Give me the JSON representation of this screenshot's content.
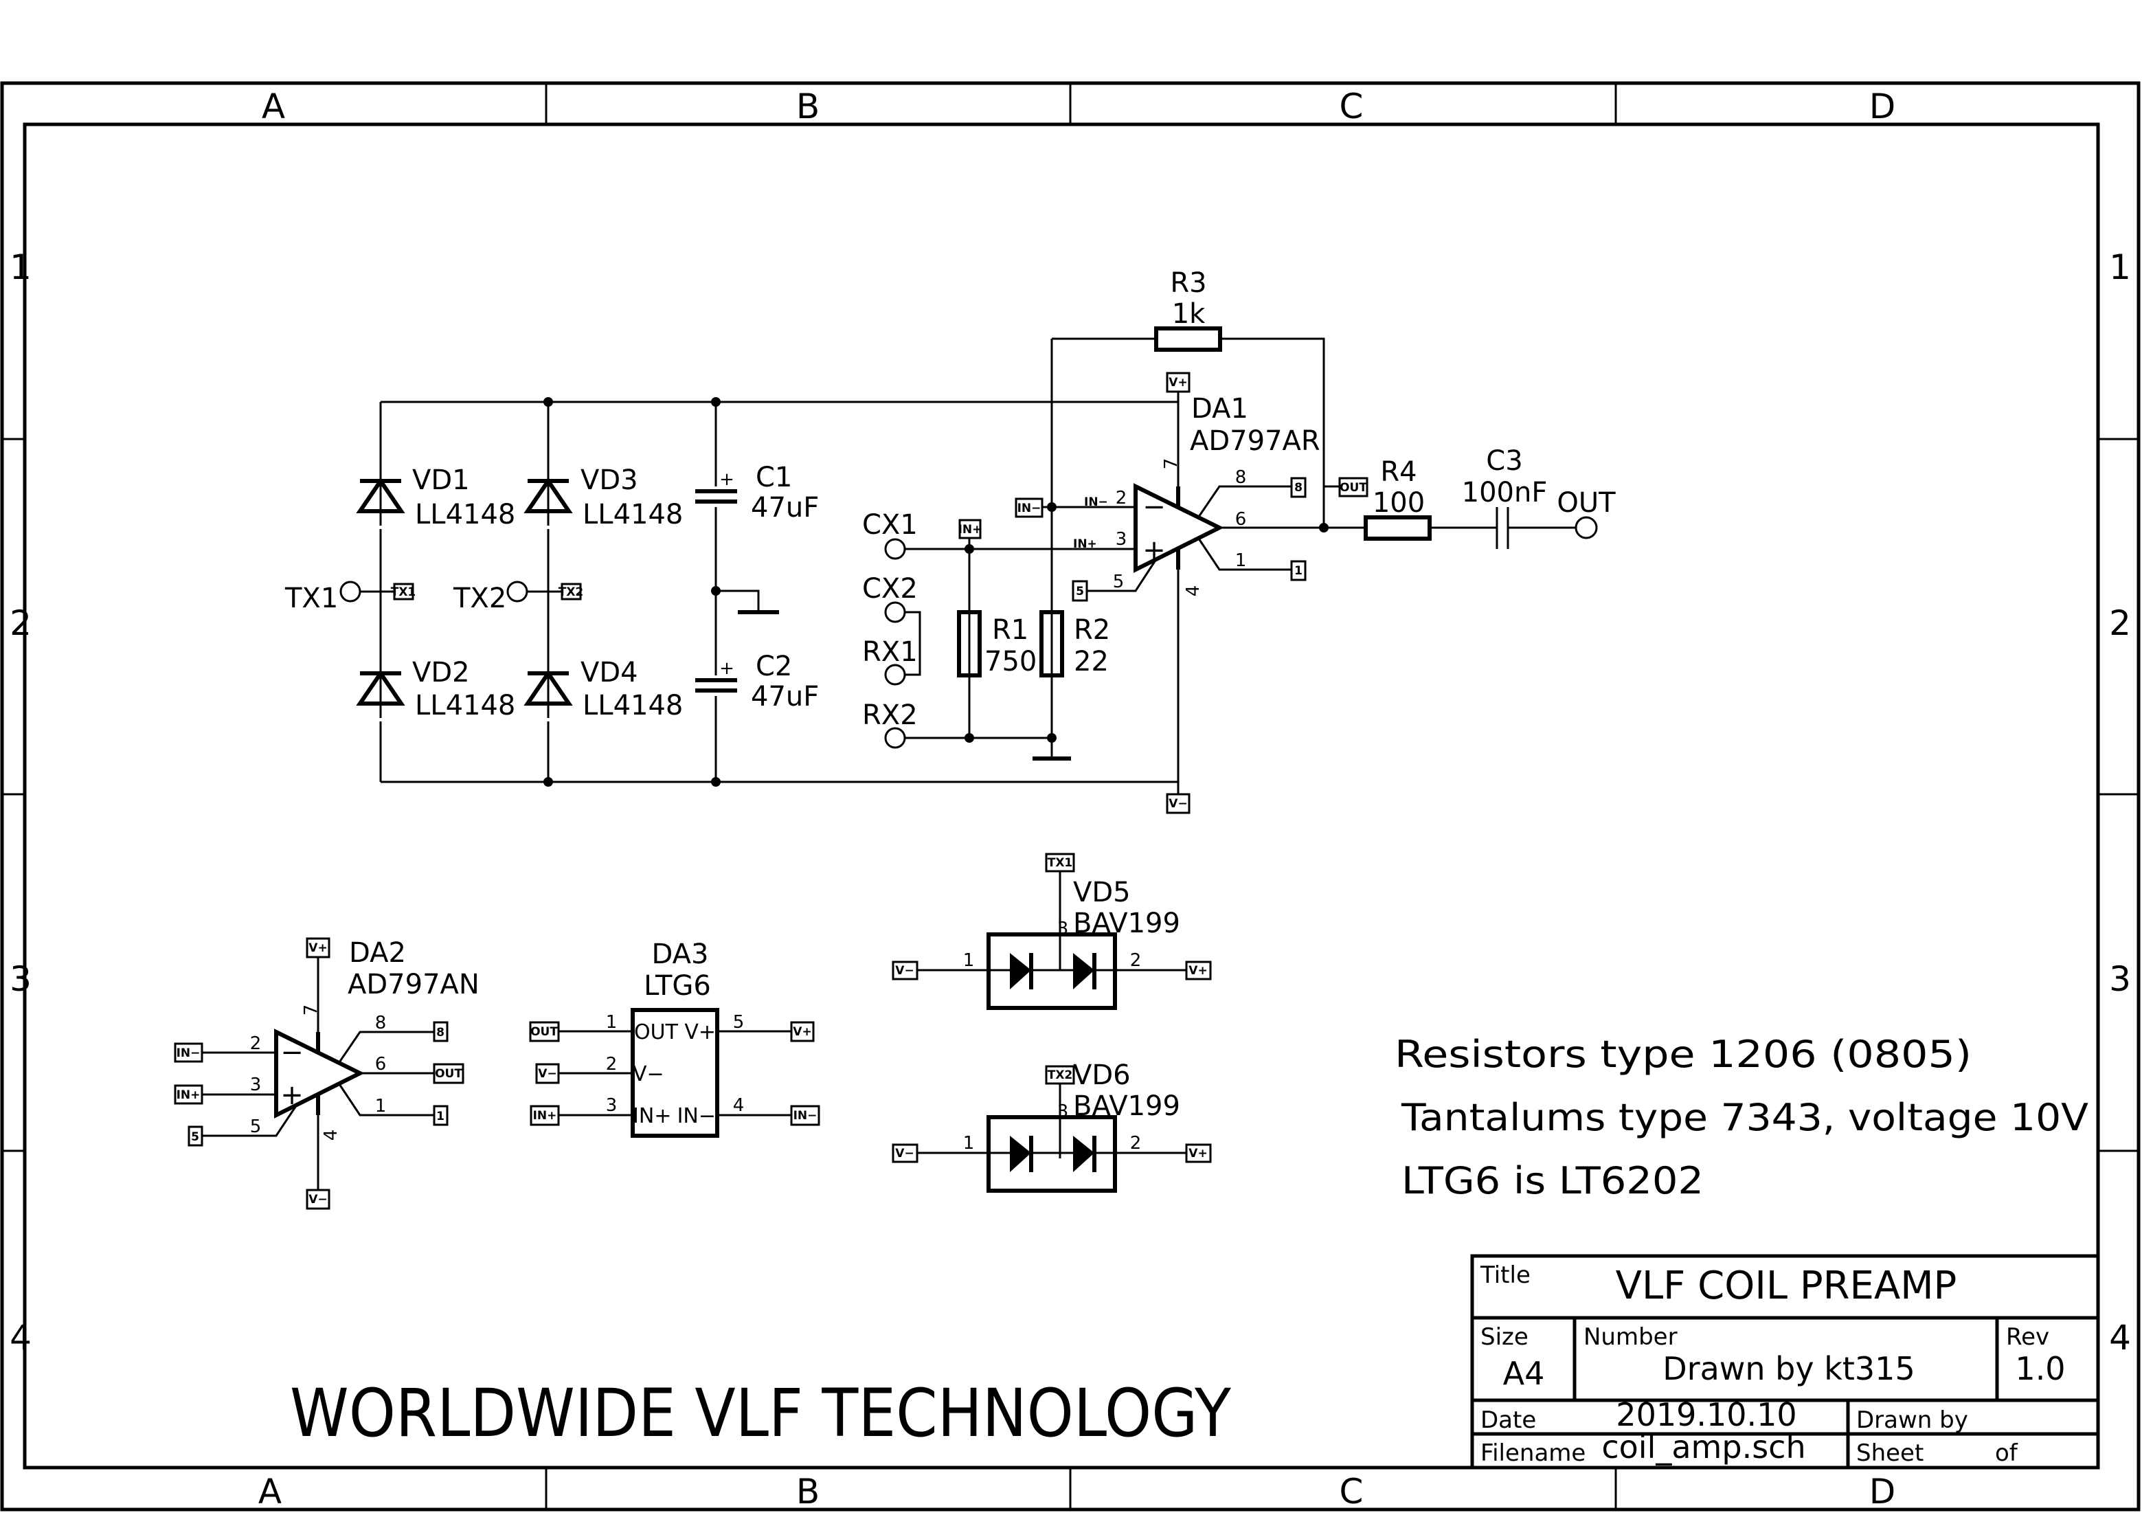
{
  "frame": {
    "columns": [
      "A",
      "B",
      "C",
      "D"
    ],
    "rows": [
      "1",
      "2",
      "3",
      "4"
    ]
  },
  "colors": {
    "ink": "#000000",
    "paper": "#ffffff"
  },
  "main_circuit": {
    "bridge": {
      "diodes": [
        {
          "ref": "VD1",
          "value": "LL4148"
        },
        {
          "ref": "VD2",
          "value": "LL4148"
        },
        {
          "ref": "VD3",
          "value": "LL4148"
        },
        {
          "ref": "VD4",
          "value": "LL4148"
        }
      ],
      "tx1": {
        "label": "TX1",
        "net": "TX1"
      },
      "tx2": {
        "label": "TX2",
        "net": "TX2"
      }
    },
    "capacitors": [
      {
        "ref": "C1",
        "value": "47uF",
        "polarity": "+"
      },
      {
        "ref": "C2",
        "value": "47uF",
        "polarity": "+"
      }
    ],
    "connectors": {
      "cx1": "CX1",
      "cx2": "CX2",
      "rx1": "RX1",
      "rx2": "RX2"
    },
    "r1": {
      "ref": "R1",
      "value": "750"
    },
    "r2": {
      "ref": "R2",
      "value": "22"
    },
    "r3": {
      "ref": "R3",
      "value": "1k"
    },
    "r4": {
      "ref": "R4",
      "value": "100"
    },
    "c3": {
      "ref": "C3",
      "value": "100nF"
    },
    "out_label": "OUT",
    "da1": {
      "ref": "DA1",
      "value": "AD797AR",
      "minus": "−",
      "plus": "+",
      "pins": {
        "p2": "2",
        "p3": "3",
        "p5": "5",
        "p6": "6",
        "p7": "7",
        "p8": "8",
        "p1": "1",
        "p4": "4"
      },
      "pin_names": {
        "inm": "IN−",
        "inp": "IN+"
      },
      "nets": {
        "vplus": "V+",
        "vminus": "V−",
        "inm": "IN−",
        "inp": "IN+",
        "out": "OUT",
        "n8": "8",
        "n1": "1",
        "n5": "5"
      }
    }
  },
  "da2": {
    "ref": "DA2",
    "value": "AD797AN",
    "minus": "−",
    "plus": "+",
    "pins": {
      "p2": "2",
      "p3": "3",
      "p5": "5",
      "p6": "6",
      "p7": "7",
      "p8": "8",
      "p1": "1",
      "p4": "4"
    },
    "nets": {
      "vplus": "V+",
      "vminus": "V−",
      "inm": "IN−",
      "inp": "IN+",
      "out": "OUT",
      "n8": "8",
      "n1": "1",
      "n5": "5"
    }
  },
  "da3": {
    "ref": "DA3",
    "value": "LTG6",
    "pins": {
      "p1": "1",
      "p2": "2",
      "p3": "3",
      "p4": "4",
      "p5": "5"
    },
    "pin_names": {
      "out": "OUT",
      "vminus": "V−",
      "inp": "IN+",
      "vplus": "V+",
      "inm": "IN−"
    },
    "nets": {
      "out": "OUT",
      "vminus": "V−",
      "inp": "IN+",
      "vplus": "V+",
      "inm": "IN−"
    }
  },
  "vd5": {
    "ref": "VD5",
    "value": "BAV199",
    "pins": {
      "p1": "1",
      "p2": "2",
      "p3": "3"
    },
    "nets": {
      "left": "V−",
      "right": "V+",
      "top": "TX1"
    }
  },
  "vd6": {
    "ref": "VD6",
    "value": "BAV199",
    "pins": {
      "p1": "1",
      "p2": "2",
      "p3": "3"
    },
    "nets": {
      "left": "V−",
      "right": "V+",
      "top": "TX2"
    }
  },
  "notes": [
    "Resistors type 1206  (0805)",
    "Tantalums type 7343, voltage 10V",
    "LTG6 is LT6202"
  ],
  "company": "WORLDWIDE VLF TECHNOLOGY",
  "title_block": {
    "title_label": "Title",
    "title": "VLF COIL PREAMP",
    "size_label": "Size",
    "size": "A4",
    "number_label": "Number",
    "number": "Drawn by kt315",
    "rev_label": "Rev",
    "rev": "1.0",
    "date_label": "Date",
    "date": "2019.10.10",
    "drawn_by_label": "Drawn by",
    "filename_label": "Filename",
    "filename": "coil_amp.sch",
    "sheet_label": "Sheet",
    "of_label": "of"
  }
}
